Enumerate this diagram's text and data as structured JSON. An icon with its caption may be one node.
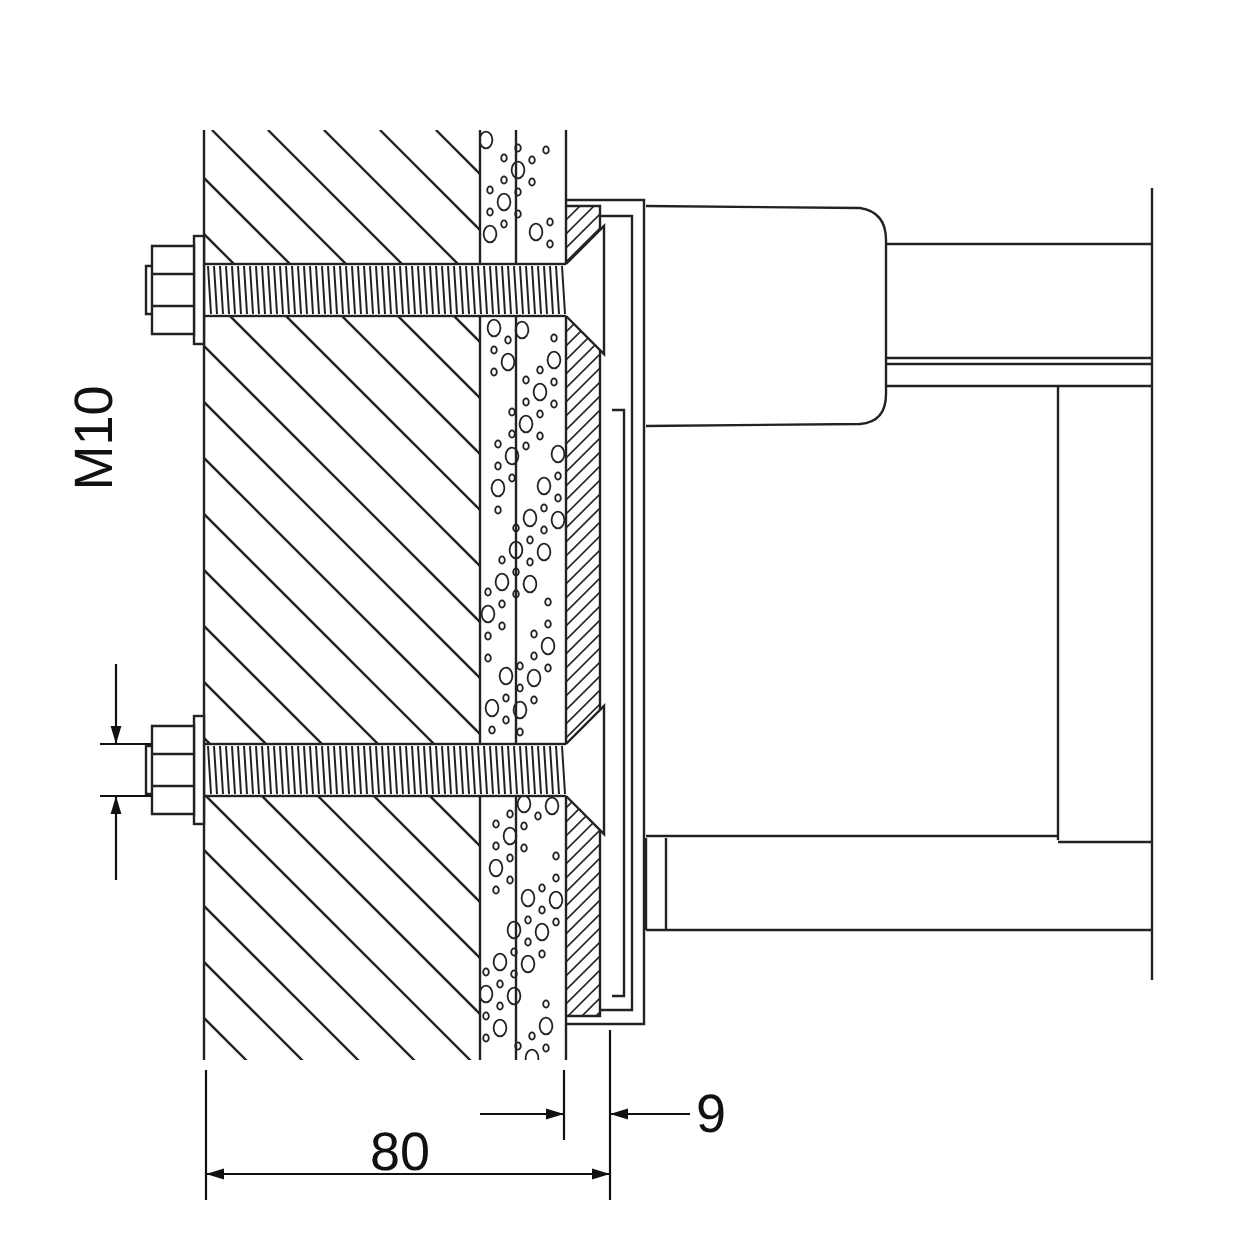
{
  "diagram": {
    "labels": [
      "M10",
      "9",
      "80"
    ]
  }
}
